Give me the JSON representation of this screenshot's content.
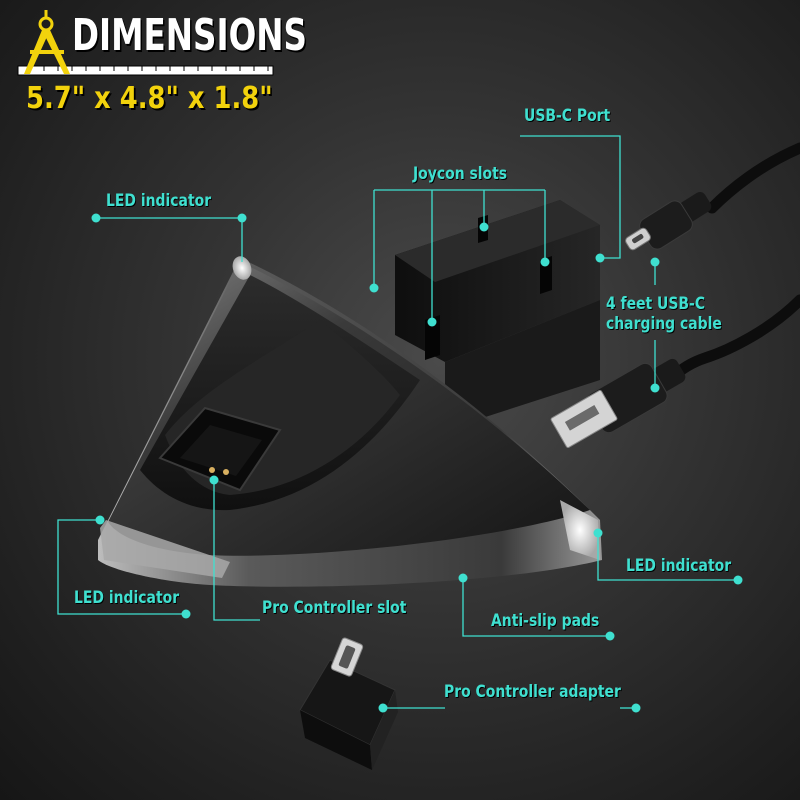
{
  "header": {
    "title": "DIMENSIONS",
    "dimensions": "5.7\" x 4.8\" x 1.8\""
  },
  "labels": {
    "usb_c_port": "USB-C Port",
    "joycon_slots": "Joycon slots",
    "led_indicator_top": "LED indicator",
    "cable_line1": "4 feet USB-C",
    "cable_line2": "charging cable",
    "led_indicator_right": "LED indicator",
    "led_indicator_left": "LED indicator",
    "pro_controller_slot": "Pro Controller slot",
    "anti_slip_pads": "Anti-slip pads",
    "pro_controller_adapter": "Pro Controller adapter"
  },
  "colors": {
    "accent": "#3fe0d0",
    "title_yellow": "#f2d20c",
    "background": "#2a2a2a"
  },
  "icons": [
    "compass-ruler-icon"
  ]
}
